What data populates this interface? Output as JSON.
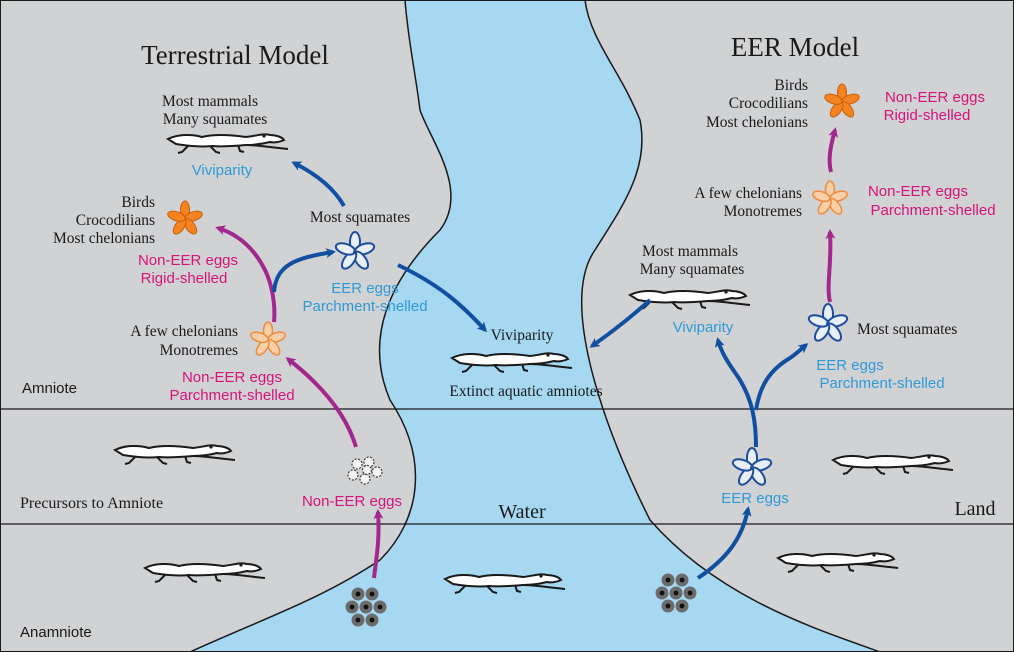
{
  "colors": {
    "land": "#d1d2d4",
    "water": "#a6d8f2",
    "blue_arrow": "#1150a1",
    "purple_arrow": "#a3288e",
    "blue_text": "#2f9ad8",
    "pink_text": "#d6137b",
    "orange_egg": "#f58420",
    "pale_orange_egg": "#f4a468",
    "blue_egg": "#1c4da0"
  },
  "titles": {
    "terrestrial": "Terrestrial Model",
    "eer": "EER Model"
  },
  "regions": {
    "amniote": "Amniote",
    "precursors": "Precursors to Amniote",
    "anamniote": "Anamniote",
    "water": "Water",
    "land": "Land"
  },
  "left": {
    "viviparity_top": {
      "line1": "Most mammals",
      "line2": "Many squamates",
      "label": "Viviparity"
    },
    "rigid": {
      "line1": "Birds",
      "line2": "Crocodilians",
      "line3": "Most chelonians",
      "egg1": "Non-EER eggs",
      "egg2": "Rigid-shelled"
    },
    "squamates": {
      "label": "Most squamates",
      "egg1": "EER eggs",
      "egg2": "Parchment-shelled"
    },
    "parchment": {
      "line1": "A few chelonians",
      "line2": "Monotremes",
      "egg1": "Non-EER eggs",
      "egg2": "Parchment-shelled"
    },
    "precursor_eggs": "Non-EER eggs"
  },
  "center": {
    "viviparity": "Viviparity",
    "extinct": "Extinct aquatic amniotes"
  },
  "right": {
    "rigid": {
      "line1": "Birds",
      "line2": "Crocodilians",
      "line3": "Most chelonians",
      "egg1": "Non-EER eggs",
      "egg2": "Rigid-shelled"
    },
    "parchment": {
      "line1": "A few chelonians",
      "line2": "Monotremes",
      "egg1": "Non-EER eggs",
      "egg2": "Parchment-shelled"
    },
    "viviparity": {
      "line1": "Most mammals",
      "line2": "Many squamates",
      "label": "Viviparity"
    },
    "squamates": {
      "label": "Most squamates",
      "egg1": "EER eggs",
      "egg2": "Parchment-shelled"
    },
    "precursor_eggs": "EER eggs"
  }
}
